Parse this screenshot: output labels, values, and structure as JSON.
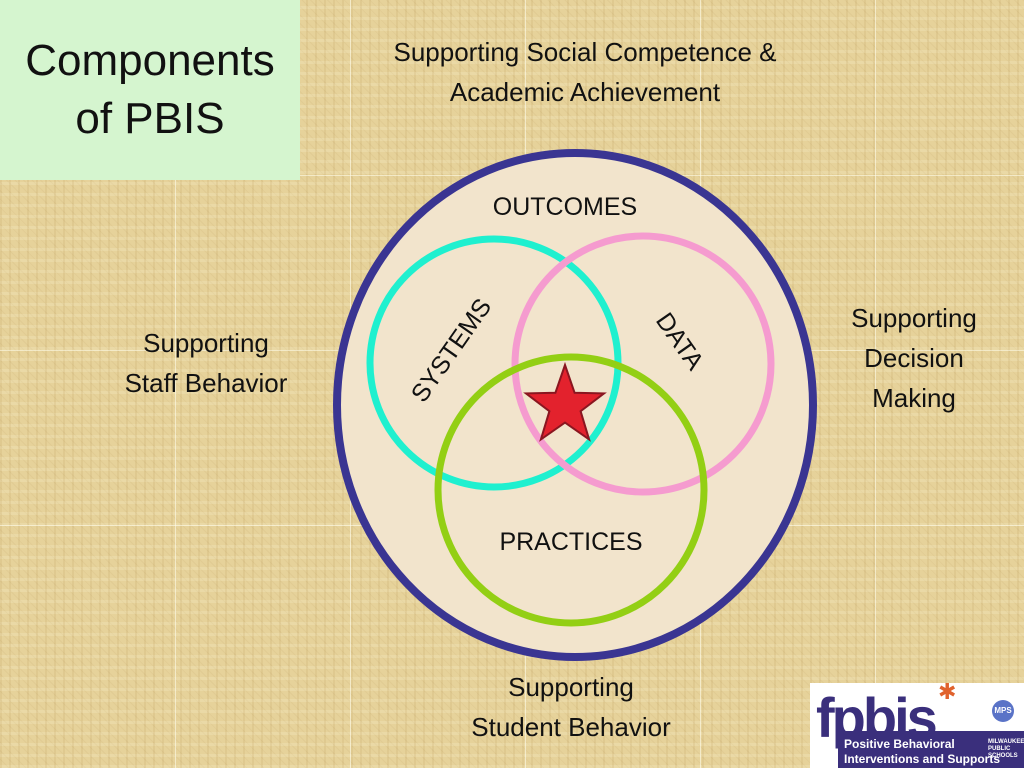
{
  "title": "Components\nof PBIS",
  "labels": {
    "top": "Supporting Social Competence &\nAcademic Achievement",
    "left": "Supporting\nStaff Behavior",
    "right": "Supporting\nDecision\nMaking",
    "bottom": "Supporting\nStudent Behavior"
  },
  "circles": {
    "outcomes": "OUTCOMES",
    "systems": "SYSTEMS",
    "data": "DATA",
    "practices": "PRACTICES"
  },
  "colors": {
    "outer_ring": "#3a3592",
    "systems_ring": "#1ff0cf",
    "data_ring": "#f59bcf",
    "practices_ring": "#93cf14",
    "star": "#e3222d",
    "title_box": "#d5f5cf"
  },
  "logo": {
    "wordmark": "fpbis",
    "line1": "Positive Behavioral",
    "line2": "Interventions and Supports",
    "org": "MILWAUKEE PUBLIC SCHOOLS"
  }
}
